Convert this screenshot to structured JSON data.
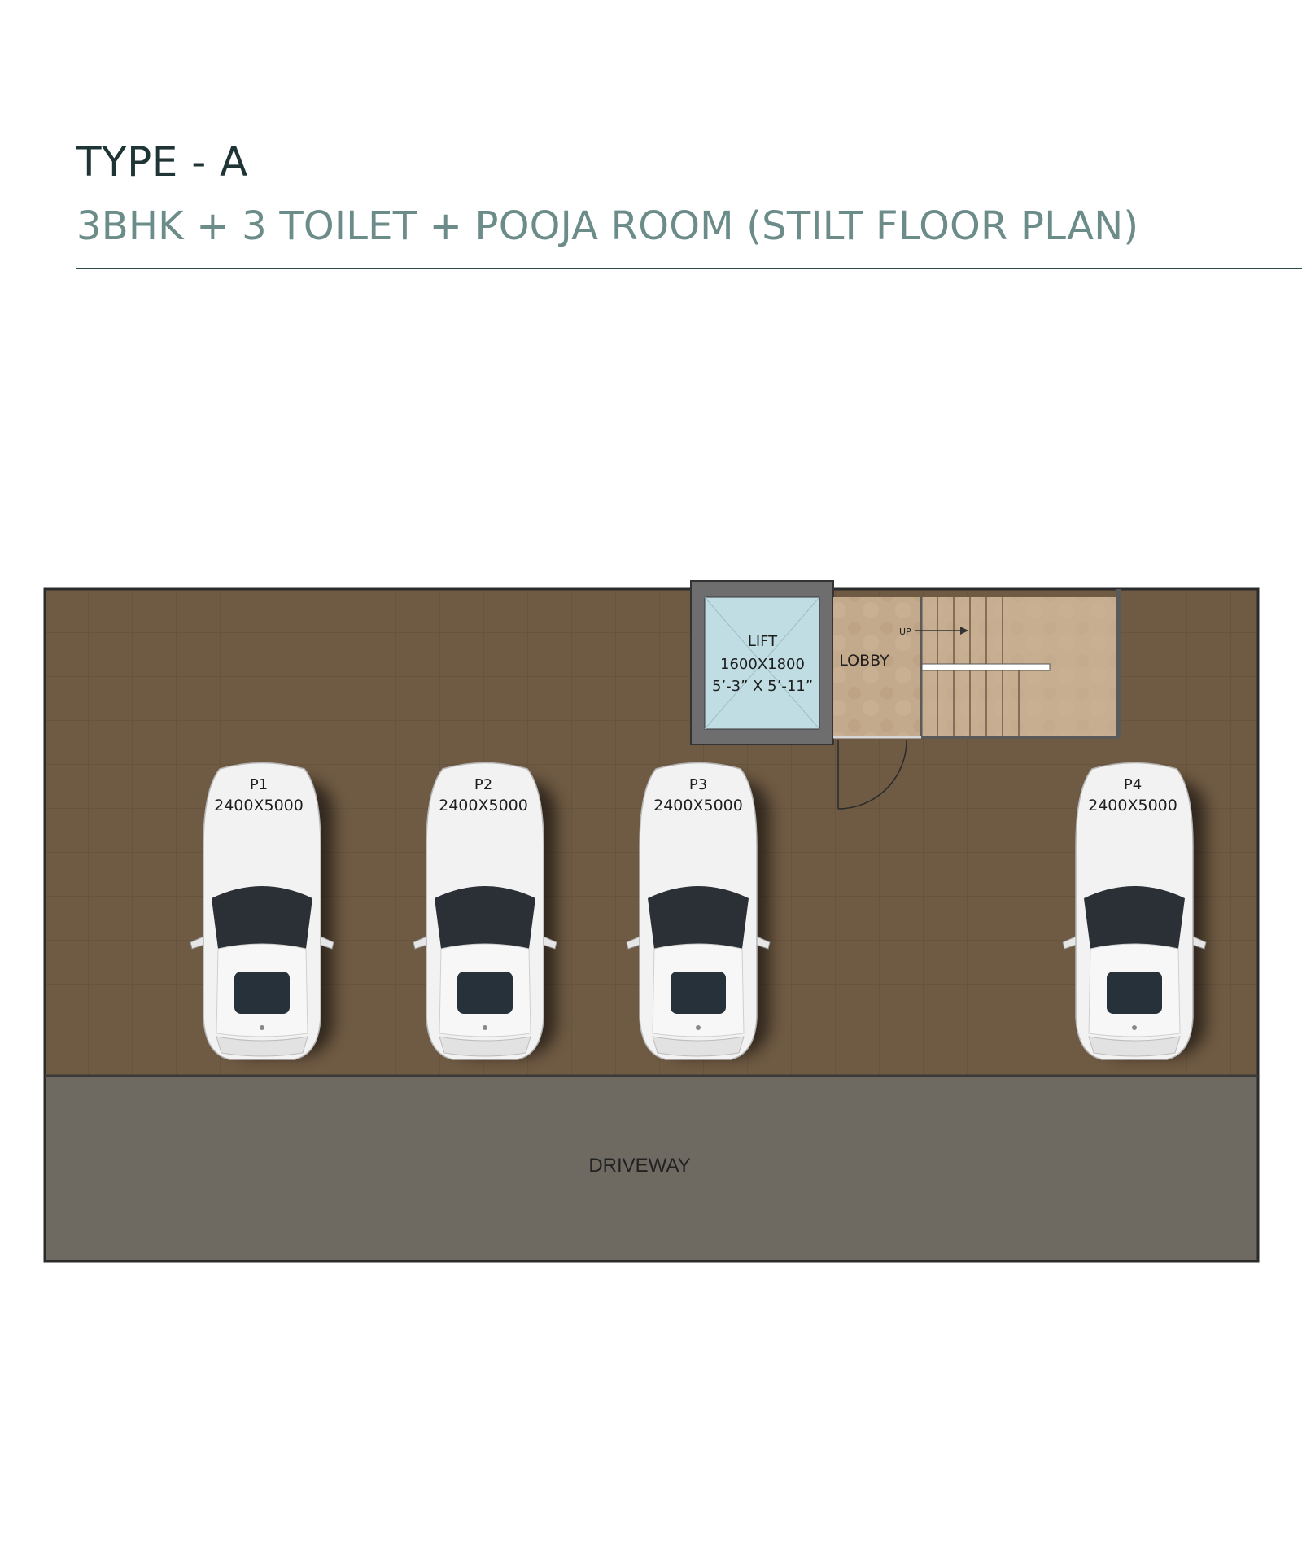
{
  "header": {
    "title": "TYPE - A",
    "subtitle": "3BHK + 3 TOILET + POOJA ROOM (STILT FLOOR PLAN)"
  },
  "plan": {
    "lift": {
      "label": "LIFT",
      "size_mm": "1600X1800",
      "size_ft": "5’-3” X 5’-11”"
    },
    "lobby": {
      "label": "LOBBY"
    },
    "stairs": {
      "label": "UP"
    },
    "driveway": {
      "label": "DRIVEWAY"
    },
    "parking": [
      {
        "id": "P1",
        "size": "2400X5000"
      },
      {
        "id": "P2",
        "size": "2400X5000"
      },
      {
        "id": "P3",
        "size": "2400X5000"
      },
      {
        "id": "P4",
        "size": "2400X5000"
      }
    ]
  },
  "colors": {
    "parking_floor": "#6f5a43",
    "driveway": "#6e6a62",
    "lobby_floor": "#c2a98b",
    "lift": "#bfdde3",
    "wall": "#5a5a5a",
    "car_body": "#f2f2f2",
    "car_glass": "#2a3036"
  }
}
